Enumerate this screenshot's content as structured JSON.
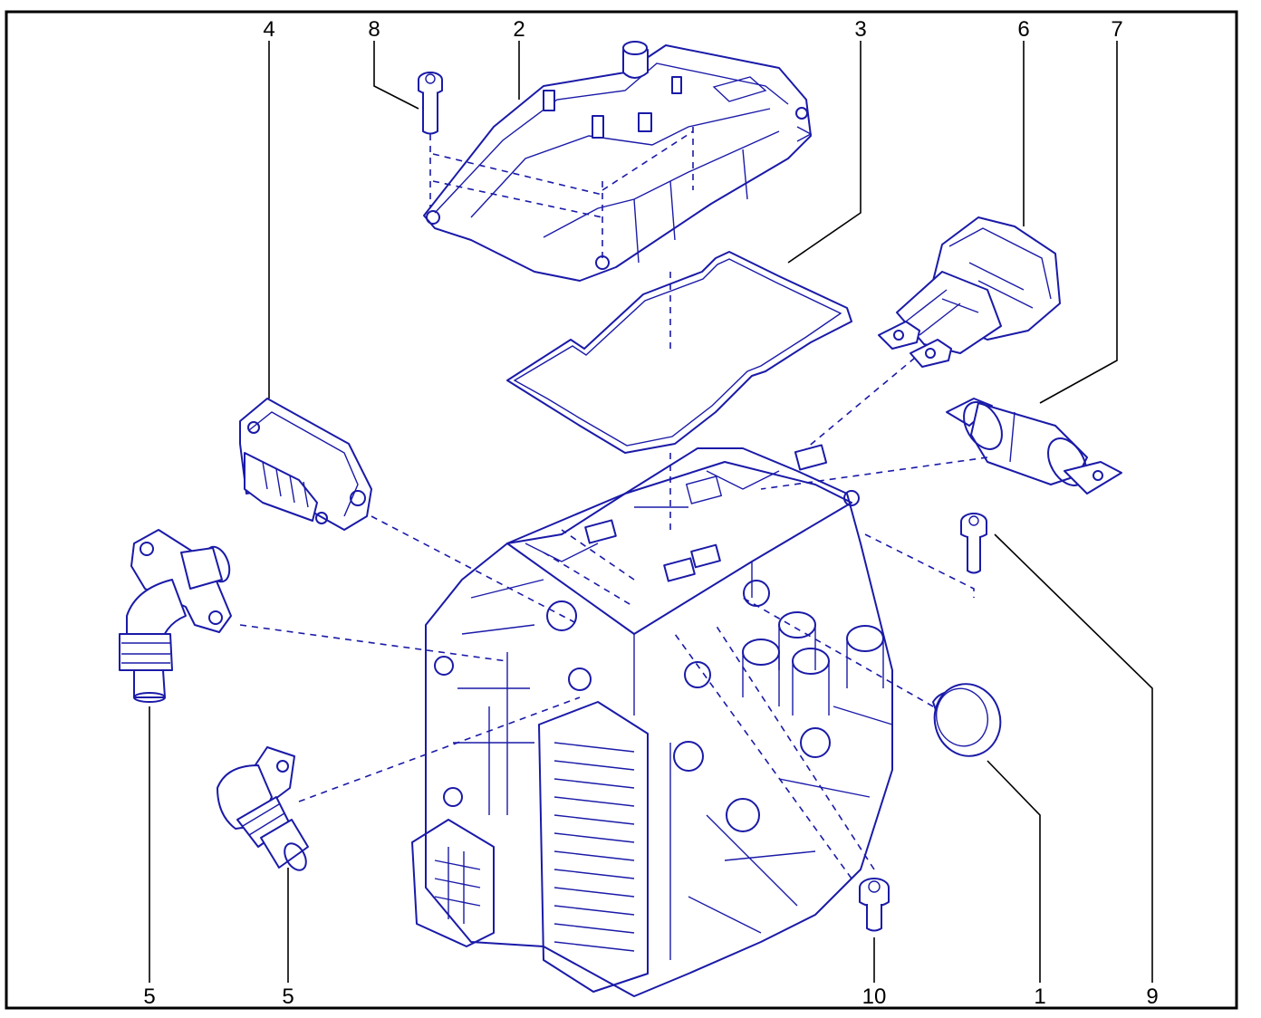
{
  "diagram": {
    "colors": {
      "line": "#1a1aa8",
      "label": "#000000",
      "frame": "#000000",
      "background": "#ffffff"
    },
    "callouts": {
      "top": [
        "4",
        "8",
        "2",
        "3",
        "6",
        "7"
      ],
      "bottom": [
        "5",
        "5",
        "10",
        "1",
        "9"
      ]
    },
    "parts": [
      "electronic-control-module-cover",
      "gasket",
      "connector-housing",
      "connector-assembly",
      "fuse",
      "bolt",
      "elbow-fitting",
      "breather-cap",
      "transmission-housing"
    ]
  }
}
